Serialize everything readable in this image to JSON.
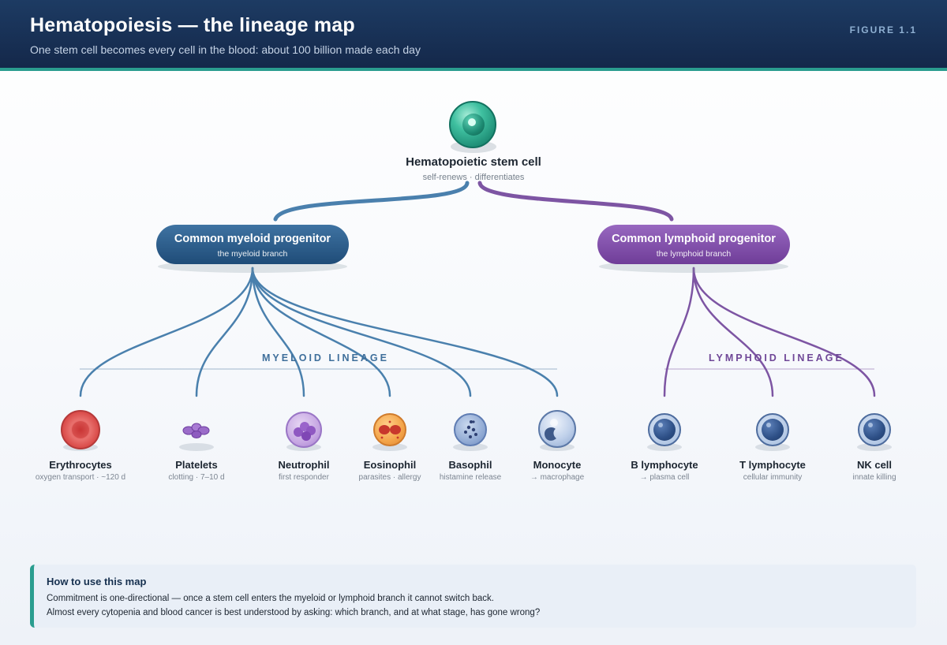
{
  "header": {
    "title": "Hematopoiesis — the lineage map",
    "subtitle": "One stem cell becomes every cell in the blood: about 100 billion made each day",
    "figure_label": "FIGURE 1.1"
  },
  "stem": {
    "title": "Hematopoietic stem cell",
    "subtitle": "self-renews · differentiates"
  },
  "progenitors": {
    "myeloid": {
      "title": "Common myeloid progenitor",
      "subtitle": "the myeloid branch"
    },
    "lymphoid": {
      "title": "Common lymphoid progenitor",
      "subtitle": "the lymphoid branch"
    }
  },
  "lineages": {
    "myeloid": "MYELOID LINEAGE",
    "lymphoid": "LYMPHOID LINEAGE"
  },
  "cells": [
    {
      "name": "Erythrocytes",
      "desc": "oxygen transport · ~120 d",
      "lineage": "myeloid",
      "icon": "erythrocyte-icon"
    },
    {
      "name": "Platelets",
      "desc": "clotting · 7–10 d",
      "lineage": "myeloid",
      "icon": "platelet-icon"
    },
    {
      "name": "Neutrophil",
      "desc": "first responder",
      "lineage": "myeloid",
      "icon": "neutrophil-icon"
    },
    {
      "name": "Eosinophil",
      "desc": "parasites · allergy",
      "lineage": "myeloid",
      "icon": "eosinophil-icon"
    },
    {
      "name": "Basophil",
      "desc": "histamine release",
      "lineage": "myeloid",
      "icon": "basophil-icon"
    },
    {
      "name": "Monocyte",
      "desc": "→ macrophage",
      "lineage": "myeloid",
      "icon": "monocyte-icon"
    },
    {
      "name": "B lymphocyte",
      "desc": "→ plasma cell",
      "lineage": "lymphoid",
      "icon": "lymphocyte-icon"
    },
    {
      "name": "T lymphocyte",
      "desc": "cellular immunity",
      "lineage": "lymphoid",
      "icon": "lymphocyte-icon"
    },
    {
      "name": "NK cell",
      "desc": "innate killing",
      "lineage": "lymphoid",
      "icon": "lymphocyte-icon"
    }
  ],
  "note": {
    "title": "How to use this map",
    "line1": "Commitment is one-directional — once a stem cell enters the myeloid or lymphoid branch it cannot switch back.",
    "line2": "Almost every cytopenia and blood cancer is best understood by asking: which branch, and at what stage, has gone wrong?"
  },
  "colors": {
    "myeloid": "#4a80ad",
    "lymphoid": "#7d55a3",
    "accent": "#2a9d8f",
    "stem": "#2aa889"
  }
}
